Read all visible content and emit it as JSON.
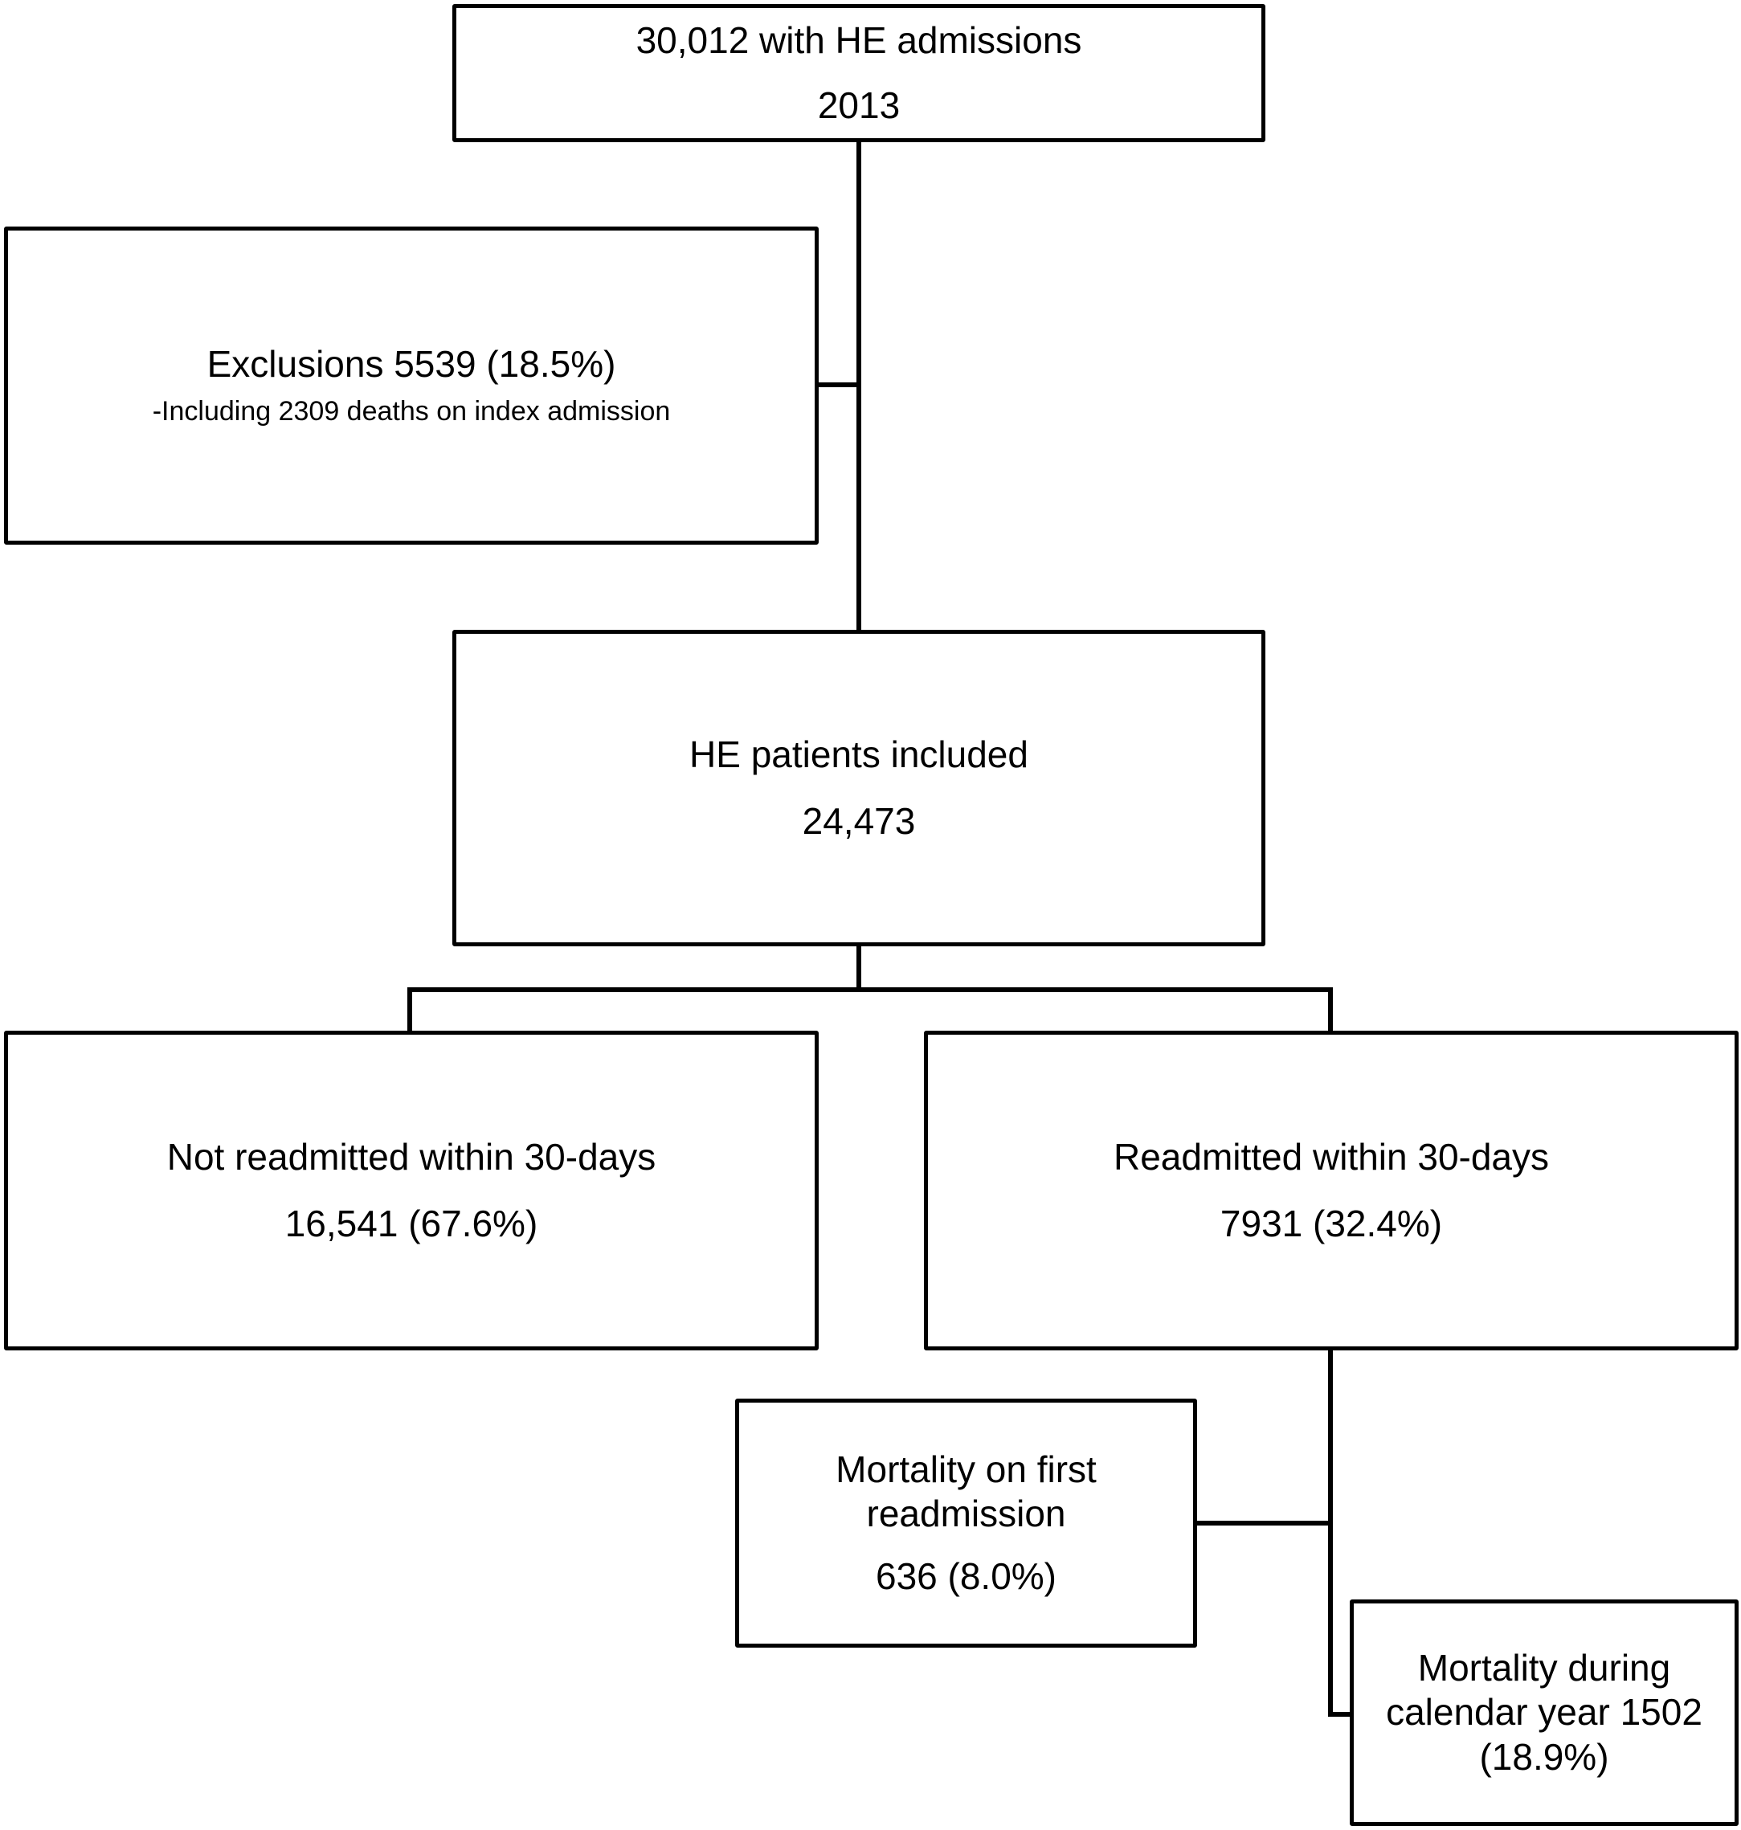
{
  "nodes": {
    "top": {
      "line1": "30,012 with HE admissions",
      "line2": "2013"
    },
    "exclusions": {
      "line1": "Exclusions 5539 (18.5%)",
      "line2": "-Including 2309 deaths on index admission"
    },
    "included": {
      "line1": "HE patients included",
      "line2": "24,473"
    },
    "not_readmitted": {
      "line1": "Not readmitted within 30-days",
      "line2": "16,541 (67.6%)"
    },
    "readmitted": {
      "line1": "Readmitted within 30-days",
      "line2": "7931 (32.4%)"
    },
    "mortality_first": {
      "line1": "Mortality on first",
      "line2": "readmission",
      "line3": "636 (8.0%)"
    },
    "mortality_year": {
      "line1": "Mortality during",
      "line2": "calendar year 1502",
      "line3": "(18.9%)"
    }
  }
}
